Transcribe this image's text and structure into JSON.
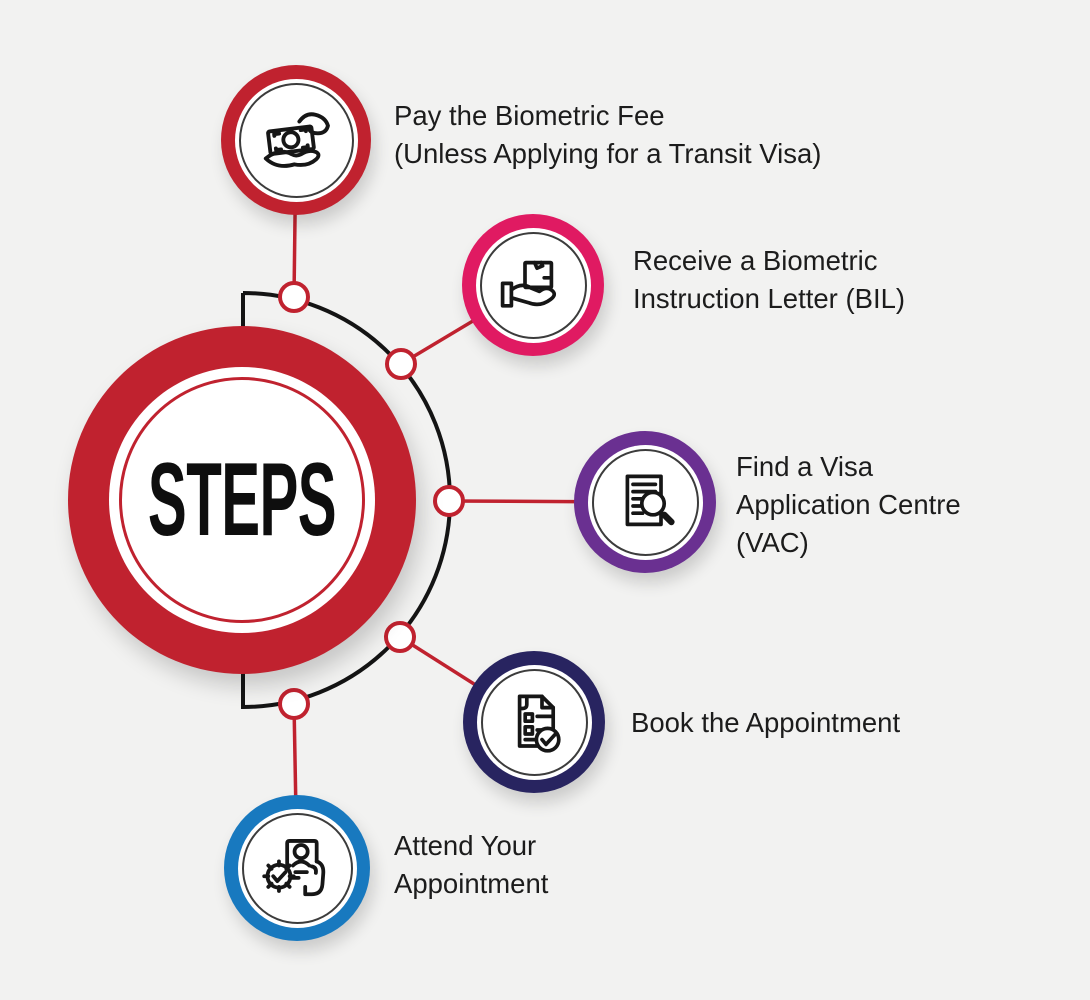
{
  "title": "STEPS",
  "colors": {
    "accent": "#c0222f",
    "arc": "#141414",
    "background": "#f2f2f1",
    "text": "#1c1c1c"
  },
  "steps": [
    {
      "id": "pay-biometric-fee",
      "color": "#c0222f",
      "icon": "hand-giving-money-icon",
      "label_lines": [
        "Pay the Biometric Fee",
        "(Unless Applying for a Transit Visa)"
      ]
    },
    {
      "id": "receive-bil",
      "color": "#e01a62",
      "icon": "hand-holding-package-icon",
      "label_lines": [
        "Receive a Biometric",
        "Instruction Letter (BIL)"
      ]
    },
    {
      "id": "find-vac",
      "color": "#6a3091",
      "icon": "document-magnifier-icon",
      "label_lines": [
        "Find a Visa",
        "Application Centre",
        "(VAC)"
      ]
    },
    {
      "id": "book-appointment",
      "color": "#282460",
      "icon": "checklist-approved-icon",
      "label_lines": [
        "Book the Appointment"
      ]
    },
    {
      "id": "attend-appointment",
      "color": "#1879bf",
      "icon": "id-verification-hand-icon",
      "label_lines": [
        "Attend Your",
        "Appointment"
      ]
    }
  ]
}
